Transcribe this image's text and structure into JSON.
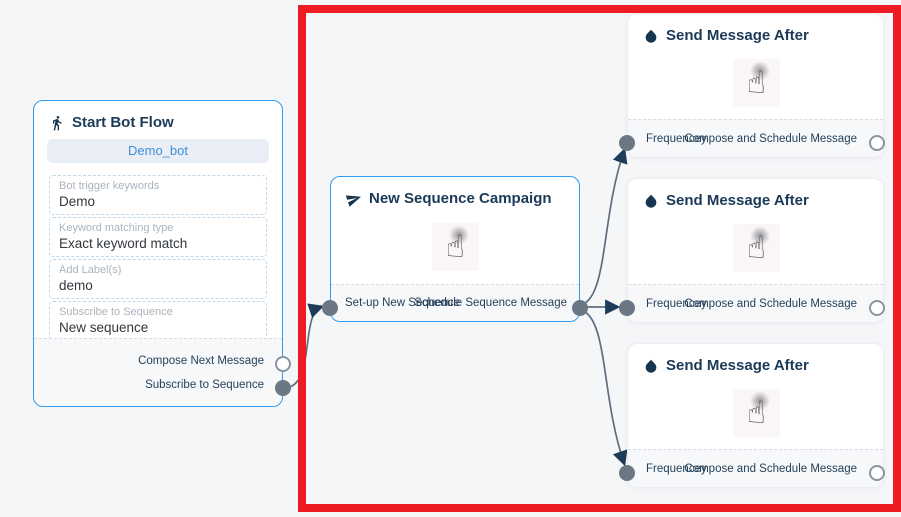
{
  "colors": {
    "canvas_bg": "#f5f6f8",
    "accent_blue_border": "#2e9bf0",
    "header_navy": "#1b3a57",
    "edge_gray": "#5f6e7d",
    "port_fill_gray": "#6b7785",
    "annotation_red": "#ed1c24",
    "bot_button_text": "#3f8ed6",
    "bot_button_bg": "#e9eef6"
  },
  "icons": {
    "start_node": "walking-person-icon",
    "campaign_node": "send-plane-icon",
    "send_node": "water-drop-icon",
    "tap_glyph": "☝"
  },
  "flow": {
    "start_node": {
      "title": "Start Bot Flow",
      "bot_button": "Demo_bot",
      "fields": [
        {
          "label": "Bot trigger keywords",
          "value": "Demo"
        },
        {
          "label": "Keyword matching type",
          "value": "Exact keyword match"
        },
        {
          "label": "Add Label(s)",
          "value": "demo"
        },
        {
          "label": "Subscribe to Sequence",
          "value": "New sequence"
        }
      ],
      "outputs": [
        {
          "label": "Compose Next Message",
          "state": "unconnected"
        },
        {
          "label": "Subscribe to Sequence",
          "state": "connected"
        }
      ]
    },
    "campaign_node": {
      "title": "New Sequence Campaign",
      "input_label": "Set-up New Sequence",
      "output_label": "Schedule Sequence Message"
    },
    "send_nodes": [
      {
        "title": "Send Message After",
        "input_label": "Frequencey",
        "output_label": "Compose and Schedule Message"
      },
      {
        "title": "Send Message After",
        "input_label": "Frequencey",
        "output_label": "Compose and Schedule Message"
      },
      {
        "title": "Send Message After",
        "input_label": "Frequencey",
        "output_label": "Compose and Schedule Message"
      }
    ]
  }
}
